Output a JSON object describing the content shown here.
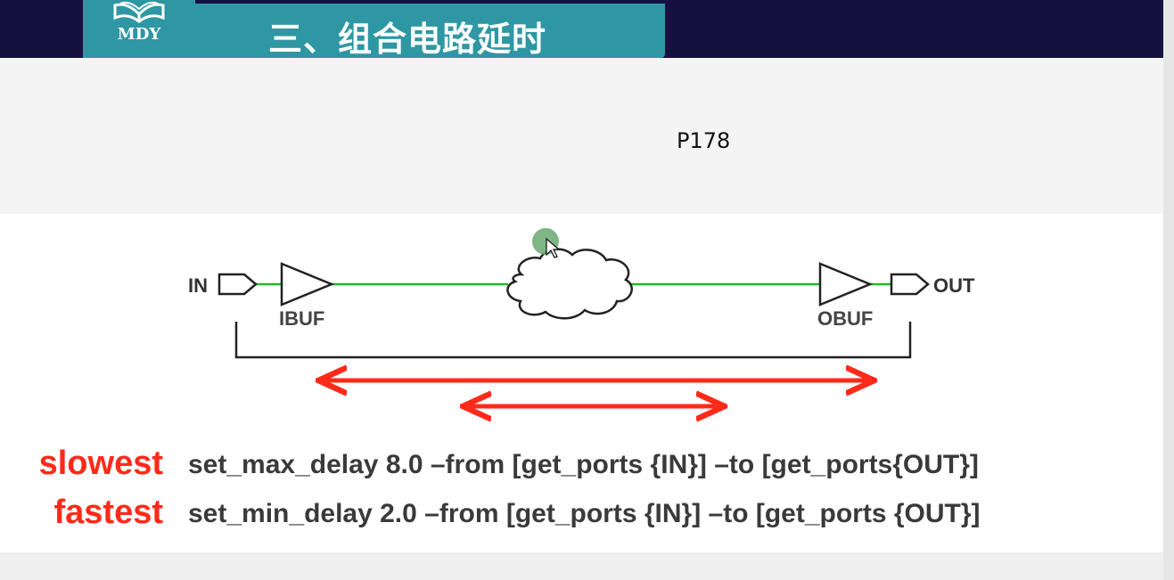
{
  "header": {
    "logo_text": "MDY",
    "title": "三、组合电路延时"
  },
  "page_ref": "P178",
  "diagram": {
    "in_label": "IN",
    "ibuf_label": "IBUF",
    "obuf_label": "OBUF",
    "out_label": "OUT",
    "wire_color": "#22bb22",
    "arrow_color": "#ff2a1a"
  },
  "constraints": [
    {
      "label": "slowest",
      "command": "set_max_delay 8.0 –from [get_ports {IN}] –to [get_ports{OUT}]"
    },
    {
      "label": "fastest",
      "command": "set_min_delay 2.0 –from [get_ports {IN}] –to [get_ports {OUT}]"
    }
  ]
}
